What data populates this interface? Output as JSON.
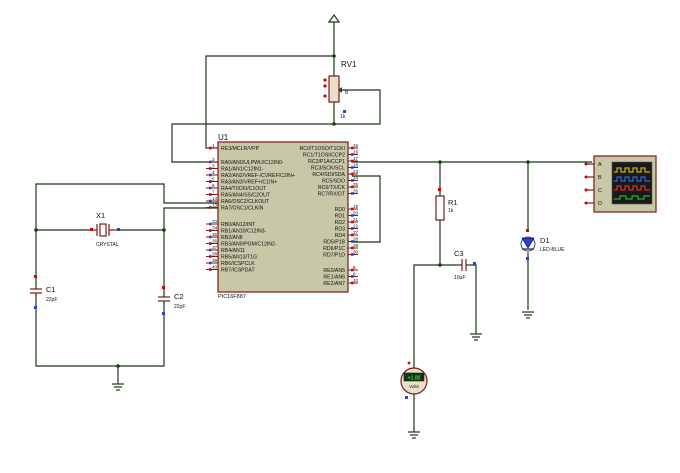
{
  "u1": {
    "ref": "U1",
    "part": "PIC16F887",
    "left_pins": [
      {
        "num": "1",
        "label": "RE3/MCLR/VPP"
      },
      {
        "num": "2",
        "label": "RA0/AN0/ULPWU/C12IN0-"
      },
      {
        "num": "3",
        "label": "RA1/AN1/C12IN1-"
      },
      {
        "num": "4",
        "label": "RA2/AN2/VREF-/CVREF/C2IN+"
      },
      {
        "num": "5",
        "label": "RA3/AN3/VREF+/C1IN+"
      },
      {
        "num": "6",
        "label": "RA4/T0CKI/C1OUT"
      },
      {
        "num": "7",
        "label": "RA5/AN4/SS/C2OUT"
      },
      {
        "num": "14",
        "label": "RA6/OSC2/CLKOUT"
      },
      {
        "num": "13",
        "label": "RA7/OSC1/CLKIN"
      },
      {
        "num": "33",
        "label": "RB0/AN12/INT"
      },
      {
        "num": "34",
        "label": "RB1/AN10/C12IN3-"
      },
      {
        "num": "35",
        "label": "RB2/AN8"
      },
      {
        "num": "36",
        "label": "RB3/AN9/PGM/C12IN2-"
      },
      {
        "num": "37",
        "label": "RB4/AN11"
      },
      {
        "num": "38",
        "label": "RB5/AN13/T1G"
      },
      {
        "num": "39",
        "label": "RB6/ICSPCLK"
      },
      {
        "num": "40",
        "label": "RB7/ICSPDAT"
      }
    ],
    "right_pins_top": [
      {
        "num": "15",
        "label": "RC0/T1OSO/T1CKI"
      },
      {
        "num": "16",
        "label": "RC1/T1OSI/CCP2"
      },
      {
        "num": "17",
        "label": "RC2/P1A/CCP1"
      },
      {
        "num": "18",
        "label": "RC3/SCK/SCL"
      },
      {
        "num": "23",
        "label": "RC4/SDI/SDA"
      },
      {
        "num": "24",
        "label": "RC5/SDO"
      },
      {
        "num": "25",
        "label": "RC6/TX/CK"
      },
      {
        "num": "26",
        "label": "RC7/RX/DT"
      }
    ],
    "right_pins_bottom": [
      {
        "num": "19",
        "label": "RD0"
      },
      {
        "num": "20",
        "label": "RD1"
      },
      {
        "num": "21",
        "label": "RD2"
      },
      {
        "num": "22",
        "label": "RD3"
      },
      {
        "num": "27",
        "label": "RD4"
      },
      {
        "num": "28",
        "label": "RD5/P1B"
      },
      {
        "num": "29",
        "label": "RD6/P1C"
      },
      {
        "num": "30",
        "label": "RD7/P1D"
      }
    ],
    "right_pins_e": [
      {
        "num": "8",
        "label": "RE0/AN5"
      },
      {
        "num": "9",
        "label": "RE1/AN6"
      },
      {
        "num": "10",
        "label": "RE2/AN7"
      }
    ]
  },
  "rv1": {
    "ref": "RV1",
    "value": "1k",
    "wiper": "B"
  },
  "x1": {
    "ref": "X1",
    "value": "CRYSTAL"
  },
  "c1": {
    "ref": "C1",
    "value": "22pF"
  },
  "c2": {
    "ref": "C2",
    "value": "22pF"
  },
  "r1": {
    "ref": "R1",
    "value": "1k"
  },
  "c3": {
    "ref": "C3",
    "value": "10uF"
  },
  "d1": {
    "ref": "D1",
    "value": "LED-BLUE"
  },
  "voltmeter": {
    "reading": "+1.00",
    "unit": "Volts"
  },
  "scope": {
    "channels": [
      "A",
      "B",
      "C",
      "D"
    ]
  },
  "colors": {
    "wire": "#1a3a16",
    "component": "#7a1a1a",
    "chip_fill": "#c8c8a8",
    "pin_red": "#d40000",
    "pin_blue": "#2b3fd9",
    "led": "#2b3fd9"
  }
}
